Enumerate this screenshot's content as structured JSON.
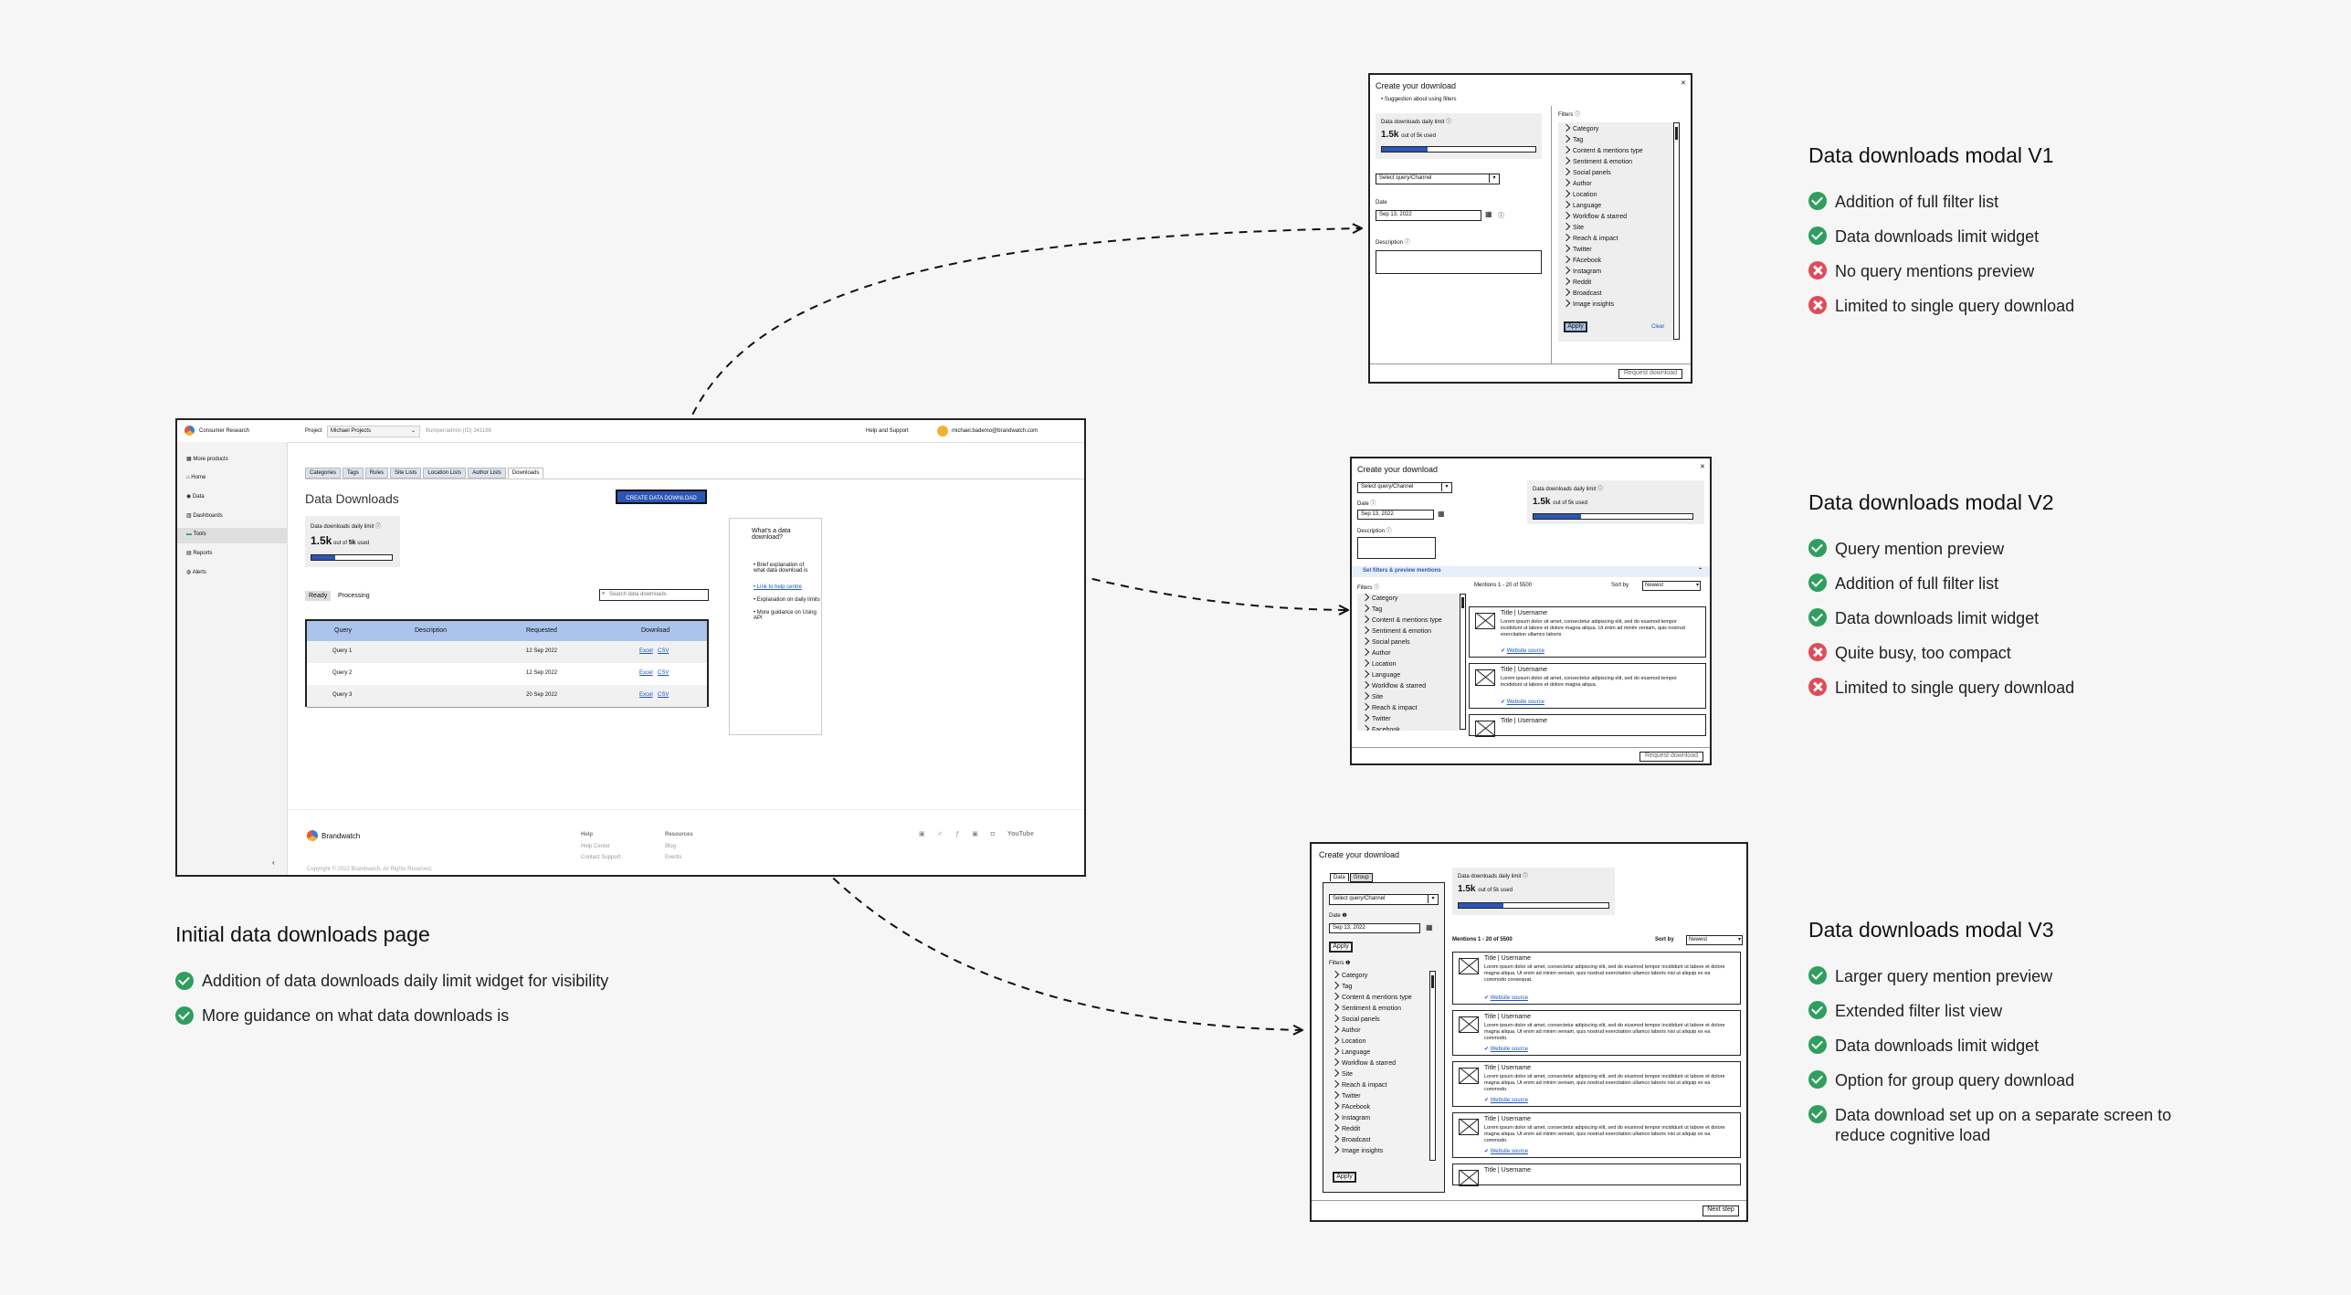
{
  "initial": {
    "heading": "Initial data downloads page",
    "bullets": [
      "Addition of data downloads daily limit widget for visibility",
      "More guidance on what data downloads is"
    ],
    "app": {
      "brand": "Consumer Research",
      "project_label": "Project",
      "project_value": "Michael Projects",
      "project_hint": "Bumper/admin (ID) 341186",
      "help": "Help and Support",
      "user_email": "michael.bademo@brandwatch.com",
      "nav": [
        "More products",
        "Home",
        "Data",
        "Dashboards",
        "Tools",
        "Reports",
        "Alerts"
      ],
      "tabs": [
        "Categories",
        "Tags",
        "Rules",
        "Site Lists",
        "Location Lists",
        "Author Lists",
        "Downloads"
      ],
      "page_title": "Data Downloads",
      "create_button": "CREATE DATA DOWNLOAD",
      "limit_label": "Data downloads daily limit",
      "limit_value": "1.5k",
      "limit_out_of": "out of",
      "limit_max": "5k",
      "limit_used": "used",
      "limit_fraction": 0.3,
      "subtabs": [
        "Ready",
        "Processing"
      ],
      "search_placeholder": "Search data downloads",
      "columns": [
        "Query",
        "Description",
        "Requested",
        "Download"
      ],
      "rows": [
        {
          "query": "Query 1",
          "requested": "12 Sep 2022",
          "excel": "Excel",
          "csv": "CSV"
        },
        {
          "query": "Query 2",
          "requested": "12 Sep 2022",
          "excel": "Excel",
          "csv": "CSV"
        },
        {
          "query": "Query 3",
          "requested": "20 Sep 2022",
          "excel": "Excel",
          "csv": "CSV"
        }
      ],
      "side_title": "What's a data download?",
      "side_items": [
        "Brief explanation of what data download is",
        "Link to help centre",
        "Explanation on daily limits",
        "More guidance on Using API"
      ],
      "footer_brand": "Brandwatch",
      "footer_col1_title": "Help",
      "footer_col1": [
        "Help Center",
        "Contact Support"
      ],
      "footer_col2_title": "Resources",
      "footer_col2": [
        "Blog",
        "Events"
      ],
      "copyright": "Copyright © 2022 Brandwatch. All Rights Reserved.",
      "social_youtube": "YouTube"
    }
  },
  "v1": {
    "heading": "Data downloads modal V1",
    "bullets": [
      {
        "text": "Addition of full filter list",
        "ok": true
      },
      {
        "text": "Data downloads limit widget",
        "ok": true
      },
      {
        "text": "No query mentions preview",
        "ok": false
      },
      {
        "text": "Limited to single query download",
        "ok": false
      }
    ],
    "modal": {
      "title": "Create your download",
      "suggestion": "Suggestion about using filters",
      "limit_label": "Data downloads daily limit",
      "limit_value": "1.5k",
      "limit_text": "out of 5k used",
      "select": "Select query/Channel",
      "date_label": "Date",
      "date_value": "Sep 13, 2022",
      "desc_label": "Description",
      "filters_label": "Filters",
      "filters": [
        "Category",
        "Tag",
        "Content & mentions type",
        "Sentiment & emotion",
        "Social panels",
        "Author",
        "Location",
        "Language",
        "Workflow & starred",
        "Site",
        "Reach & impact",
        "Twitter",
        "FAcebook",
        "Instagram",
        "Reddit",
        "Broadcast",
        "Image insights"
      ],
      "apply": "Apply",
      "clear": "Clear",
      "request": "Request download"
    }
  },
  "v2": {
    "heading": "Data downloads modal V2",
    "bullets": [
      {
        "text": "Query mention preview",
        "ok": true
      },
      {
        "text": "Addition of full filter list",
        "ok": true
      },
      {
        "text": "Data downloads limit widget",
        "ok": true
      },
      {
        "text": "Quite busy, too compact",
        "ok": false
      },
      {
        "text": "Limited to single query download",
        "ok": false
      }
    ],
    "modal": {
      "title": "Create your download",
      "select": "Select query/Channel",
      "date_label": "Date",
      "date_value": "Sep 13, 2022",
      "desc_label": "Description",
      "limit_label": "Data downloads daily limit",
      "limit_value": "1.5k",
      "limit_text": "out of 5k used",
      "section": "Set filters & preview mentions",
      "filters_label": "Filters",
      "mentions_label": "Mentions  1 - 20 of 5500",
      "sort_label": "Sort by",
      "sort_value": "Newest",
      "filters": [
        "Category",
        "Tag",
        "Content & mentions type",
        "Sentiment & emotion",
        "Social panels",
        "Author",
        "Location",
        "Language",
        "Workflow & starred",
        "Site",
        "Reach & impact",
        "Twitter",
        "Facebook"
      ],
      "mention_title": "Title | Username",
      "mention_body": "Lorem ipsum dolor sit amet, consectetur adipiscing elit, sed do eiusmod tempor incididunt ut labore et dolore magna aliqua. Ut enim ad minim veniam, quis nostrud exercitation ullamco laboris",
      "mention_body_short": "Lorem ipsum dolor sit amet, consectetur adipiscing elit, sed do eiusmod tempor incididunt ut labore et dolore magna aliqua.",
      "source": "Website source",
      "request": "Request download"
    }
  },
  "v3": {
    "heading": "Data downloads modal V3",
    "bullets": [
      {
        "text": "Larger query mention preview",
        "ok": true
      },
      {
        "text": "Extended filter list view",
        "ok": true
      },
      {
        "text": "Data downloads limit widget",
        "ok": true
      },
      {
        "text": "Option for group query download",
        "ok": true
      },
      {
        "text": "Data download set up on a separate screen to reduce cognitive load",
        "ok": true
      }
    ],
    "modal": {
      "title": "Create your download",
      "tabs": [
        "Data",
        "Group"
      ],
      "select": "Select query/Channel",
      "date_label": "Date",
      "date_value": "Sep 13, 2022",
      "apply": "Apply",
      "filters_label": "Filters",
      "filters": [
        "Category",
        "Tag",
        "Content & mentions type",
        "Sentiment & emotion",
        "Social panels",
        "Author",
        "Location",
        "Language",
        "Workflow & starred",
        "Site",
        "Reach & impact",
        "Twitter",
        "FAcebook",
        "Instagram",
        "Reddit",
        "Broadcast",
        "Image insights"
      ],
      "limit_label": "Data downloads daily limit",
      "limit_value": "1.5k",
      "limit_text": "out of 5k used",
      "mentions_label": "Mentions  1 - 20 of 5500",
      "sort_label": "Sort by",
      "sort_value": "Newest",
      "mention_title": "Title | Username",
      "mention_body": "Lorem ipsum dolor sit amet, consectetur adipiscing elit, sed do eiusmod tempor incididunt ut labore et dolore magna aliqua. Ut enim ad minim veniam, quis nostrud exercitation ullamco laboris nisi ut aliquip ex ea commodo consequat.",
      "mention_body_short": "Lorem ipsum dolor sit amet, consectetur adipiscing elit, sed do eiusmod tempor incididunt ut labore et dolore magna aliqua. Ut enim ad minim veniam, quis nostrud exercitation ullamco laboris nisi ut aliquip ex ea commodo.",
      "source": "Website source",
      "next": "Next step"
    }
  },
  "colors": {
    "accent": "#2b56b7",
    "ok": "#2f9e5f",
    "bad": "#e04b5b",
    "link": "#1a55c4"
  }
}
